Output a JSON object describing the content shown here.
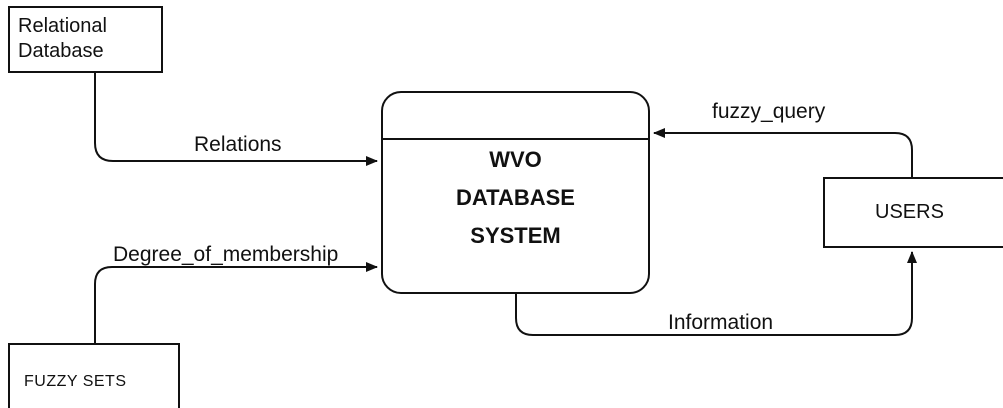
{
  "entities": {
    "relational_database": [
      "Relational",
      "Database"
    ],
    "fuzzy_sets": "FUZZY SETS",
    "users": "USERS"
  },
  "process": {
    "title_lines": [
      "WVO",
      "DATABASE",
      "SYSTEM"
    ]
  },
  "flows": {
    "relations": "Relations",
    "degree_of_membership": "Degree_of_membership",
    "fuzzy_query": "fuzzy_query",
    "information": "Information"
  },
  "colors": {
    "line": "#111111",
    "background": "#ffffff"
  }
}
